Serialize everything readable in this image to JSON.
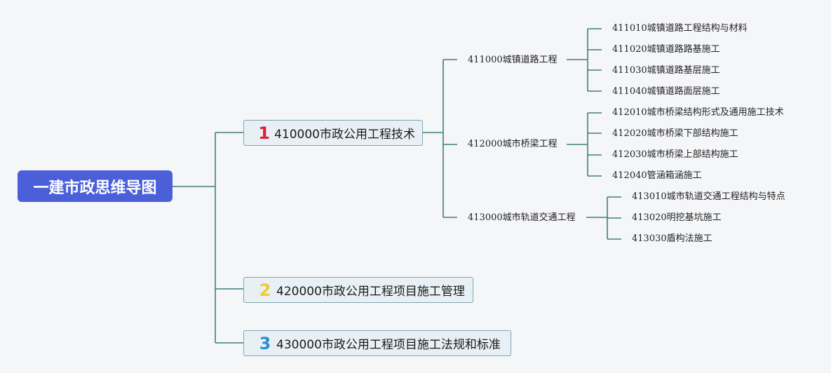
{
  "mindmap": {
    "root": {
      "label": "一建市政思维导图"
    },
    "branches": [
      {
        "number": "1",
        "number_color": "#d9223a",
        "label": "410000市政公用工程技术",
        "children": [
          {
            "label": "411000城镇道路工程",
            "children": [
              "411010城镇道路工程结构与材料",
              "411020城镇道路路基施工",
              "411030城镇道路基层施工",
              "411040城镇道路面层施工"
            ]
          },
          {
            "label": "412000城市桥梁工程",
            "children": [
              "412010城市桥梁结构形式及通用施工技术",
              "412020城市桥梁下部结构施工",
              "412030城市桥梁上部结构施工",
              "412040管涵箱涵施工"
            ]
          },
          {
            "label": "413000城市轨道交通工程",
            "children": [
              "413010城市轨道交通工程结构与特点",
              "413020明挖基坑施工",
              "413030盾构法施工"
            ]
          }
        ]
      },
      {
        "number": "2",
        "number_color": "#f2c92e",
        "label": "420000市政公用工程项目施工管理",
        "children": []
      },
      {
        "number": "3",
        "number_color": "#2b8fd6",
        "label": "430000市政公用工程项目施工法规和标准",
        "children": []
      }
    ]
  },
  "colors": {
    "root_bg": "#4a5fd8",
    "connector": "#3e7f7f",
    "branch_bg": "#e8f0f5",
    "branch_border": "#7ea6b0",
    "background": "#f5f6f8"
  }
}
